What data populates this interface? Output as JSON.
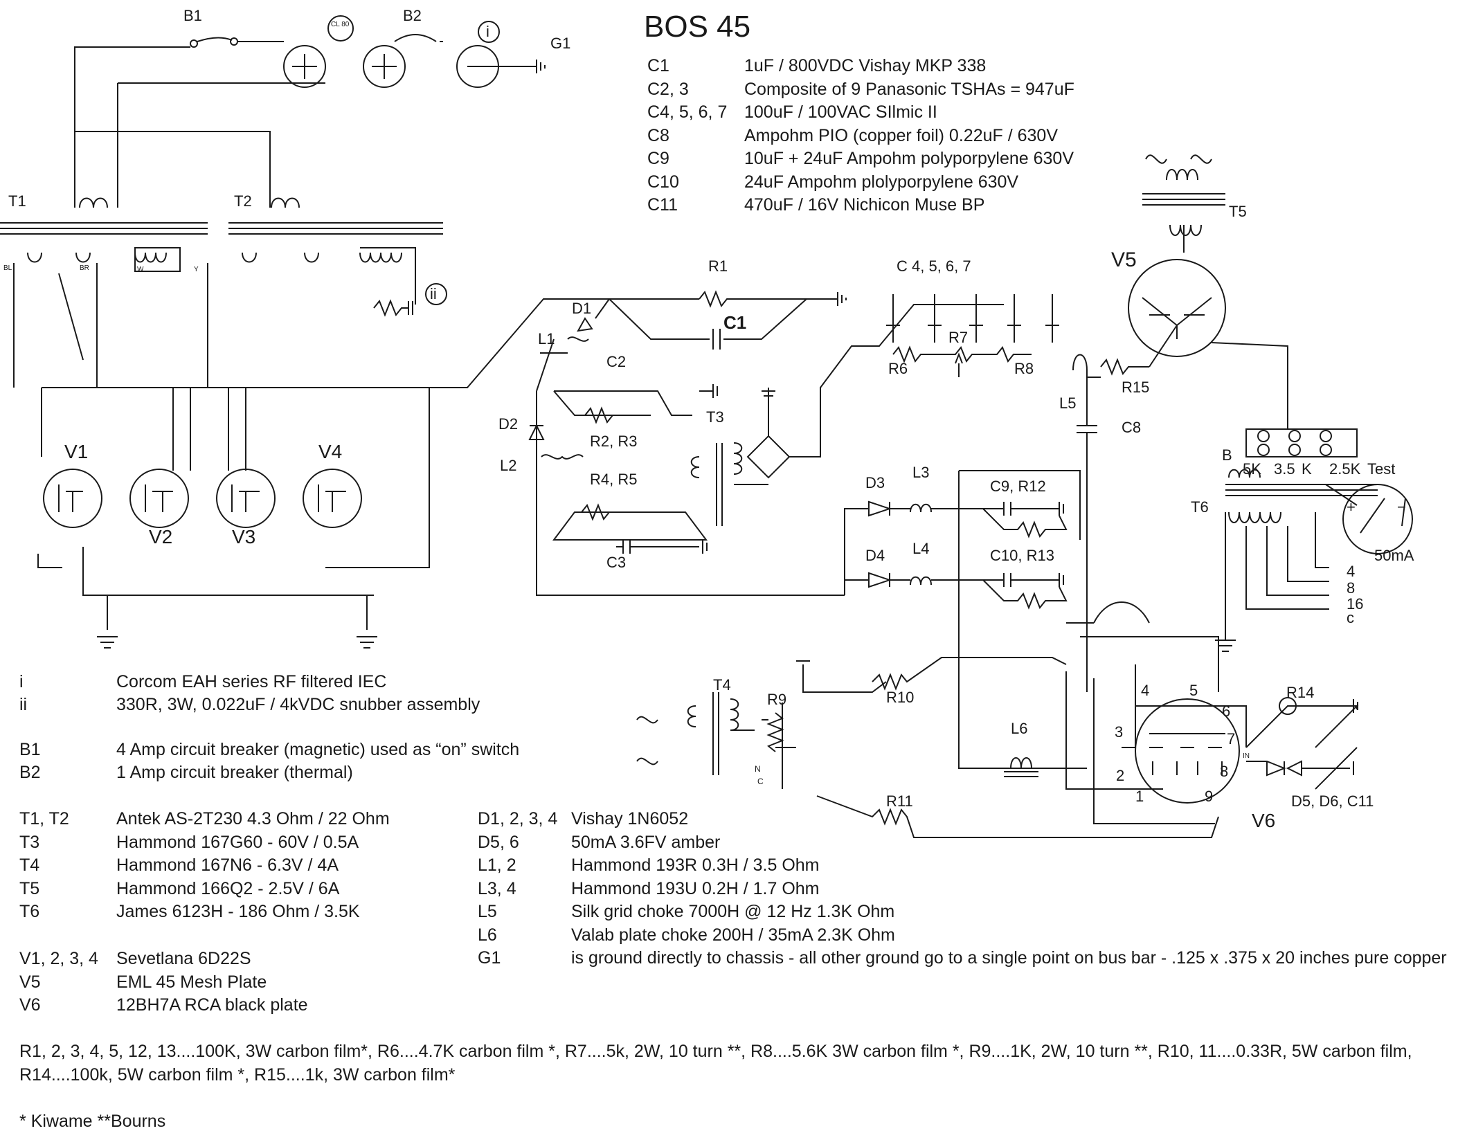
{
  "title": "BOS 45",
  "capacitor_table": [
    {
      "ref": "C1",
      "desc": "1uF / 800VDC Vishay MKP 338"
    },
    {
      "ref": "C2, 3",
      "desc": "Composite of 9 Panasonic TSHAs = 947uF"
    },
    {
      "ref": "C4, 5, 6, 7",
      "desc": "100uF / 100VAC  SIlmic II"
    },
    {
      "ref": "C8",
      "desc": "Ampohm PIO (copper foil)  0.22uF / 630V"
    },
    {
      "ref": "C9",
      "desc": "10uF + 24uF Ampohm polyporpylene 630V"
    },
    {
      "ref": "C10",
      "desc": "24uF Ampohm plolyporpylene 630V"
    },
    {
      "ref": "C11",
      "desc": "470uF / 16V  Nichicon Muse BP"
    }
  ],
  "notes_ii": [
    {
      "ref": "i",
      "desc": "Corcom EAH series RF filtered IEC"
    },
    {
      "ref": "ii",
      "desc": "330R, 3W, 0.022uF / 4kVDC snubber assembly"
    }
  ],
  "breakers": [
    {
      "ref": "B1",
      "desc": "4 Amp circuit breaker (magnetic) used as “on” switch"
    },
    {
      "ref": "B2",
      "desc": "1 Amp circuit breaker (thermal)"
    }
  ],
  "transformers": [
    {
      "ref": "T1, T2",
      "desc": "Antek AS-2T230  4.3 Ohm / 22 Ohm"
    },
    {
      "ref": "T3",
      "desc": "Hammond 167G60  -  60V / 0.5A"
    },
    {
      "ref": "T4",
      "desc": "Hammond 167N6  -  6.3V / 4A"
    },
    {
      "ref": "T5",
      "desc": "Hammond  166Q2  -  2.5V / 6A"
    },
    {
      "ref": "T6",
      "desc": "James 6123H  -  186 Ohm / 3.5K"
    }
  ],
  "tubes": [
    {
      "ref": "V1, 2, 3, 4",
      "desc": "Sevetlana 6D22S"
    },
    {
      "ref": "V5",
      "desc": "EML 45 Mesh Plate"
    },
    {
      "ref": "V6",
      "desc": "12BH7A  RCA black plate"
    }
  ],
  "semis_chokes": [
    {
      "ref": "D1, 2, 3, 4",
      "desc": "Vishay  1N6052"
    },
    {
      "ref": "D5, 6",
      "desc": "50mA  3.6FV  amber"
    },
    {
      "ref": "L1, 2",
      "desc": "Hammond  193R  0.3H / 3.5 Ohm"
    },
    {
      "ref": "L3, 4",
      "desc": "Hammond  193U  0.2H / 1.7 Ohm"
    },
    {
      "ref": "L5",
      "desc": "Silk grid choke  7000H @ 12 Hz  1.3K Ohm"
    },
    {
      "ref": "L6",
      "desc": "Valab plate choke 200H / 35mA  2.3K Ohm"
    },
    {
      "ref": "G1",
      "desc": "is ground directly to chassis - all other ground go to a single point on bus bar - .125 x .375 x 20 inches pure copper"
    }
  ],
  "resistor_notes": "R1, 2, 3, 4, 5, 12, 13....100K, 3W carbon film*, R6....4.7K carbon film *, R7....5k, 2W, 10 turn **, R8....5.6K 3W carbon film *, R9....1K, 2W, 10 turn **, R10, 11....0.33R, 5W carbon film, R14....100k, 5W carbon film *, R15....1k, 3W carbon film*",
  "footnote": "* Kiwame    **Bourns",
  "labels": {
    "B1": "B1",
    "B2": "B2",
    "i": "i",
    "ii": "ii",
    "G1": "G1",
    "CL80": "CL 80",
    "T1": "T1",
    "T2": "T2",
    "T3": "T3",
    "T4": "T4",
    "T5": "T5",
    "T6": "T6",
    "V1": "V1",
    "V2": "V2",
    "V3": "V3",
    "V4": "V4",
    "V5": "V5",
    "V6": "V6",
    "R1": "R1",
    "C1": "C1",
    "D1": "D1",
    "L1": "L1",
    "C2": "C2",
    "R2R3": "R2, R3",
    "D2": "D2",
    "L2": "L2",
    "R4R5": "R4, R5",
    "C3": "C3",
    "C4567": "C 4, 5, 6, 7",
    "R6": "R6",
    "R7": "R7",
    "R8": "R8",
    "L5": "L5",
    "R15": "R15",
    "C8": "C8",
    "D3": "D3",
    "L3": "L3",
    "C9R12": "C9, R12",
    "D4": "D4",
    "L4": "L4",
    "C10R13": "C10, R13",
    "R9": "R9",
    "R10": "R10",
    "R11": "R11",
    "L6": "L6",
    "R14": "R14",
    "D5D6C11": "D5, D6, C11",
    "B": "B",
    "tap5K": "5K",
    "tap35": "3.5",
    "tapK": "K",
    "tap25K": "2.5K",
    "Test": "Test",
    "meter": "50mA",
    "out4": "4",
    "out8": "8",
    "out16": "16",
    "outc": "c",
    "BL": "BL",
    "BR": "BR",
    "W": "W",
    "Y": "Y",
    "K": "K",
    "N": "N",
    "C": "C",
    "IN": "IN",
    "plus": "+",
    "minus": "−",
    "p1": "1",
    "p2": "2",
    "p3": "3",
    "p4": "4",
    "p5": "5",
    "p6": "6",
    "p7": "7",
    "p8": "8",
    "p9": "9"
  }
}
